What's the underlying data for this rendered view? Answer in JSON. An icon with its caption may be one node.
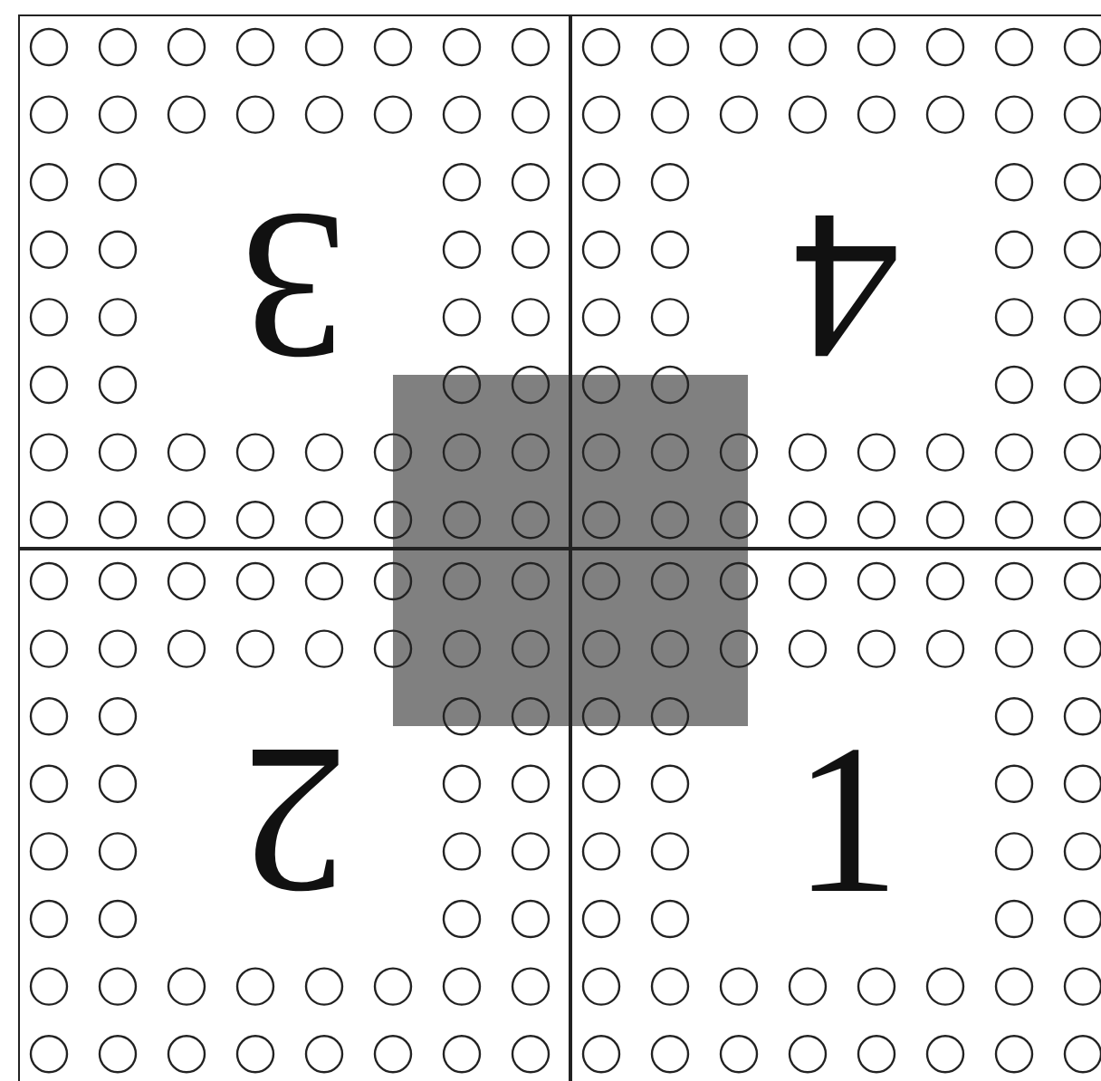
{
  "diagram": {
    "nodes": [
      {
        "text": [
          "3"
        ]
      },
      {
        "text": [
          "4"
        ]
      },
      {
        "text": [
          "2"
        ]
      },
      {
        "text": [
          "1"
        ]
      }
    ]
  }
}
